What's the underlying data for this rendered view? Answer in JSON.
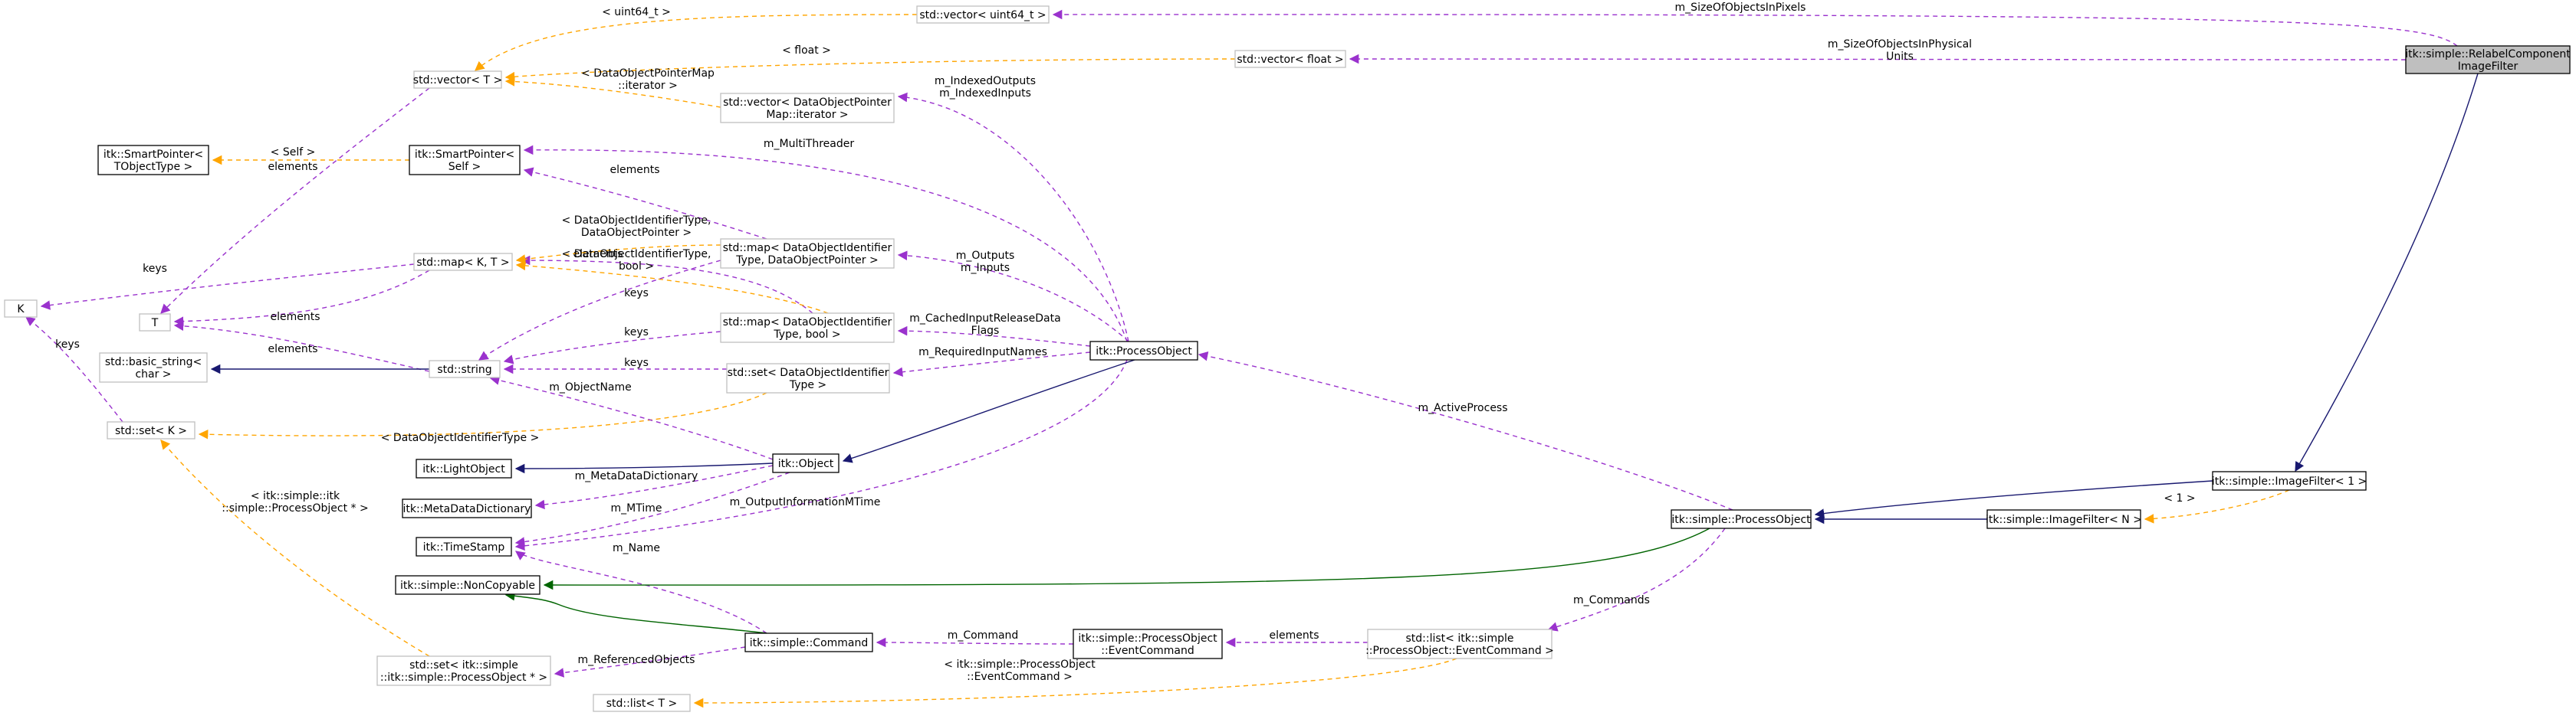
{
  "colors": {
    "usage": "#9a32cd",
    "template": "#ffa500",
    "inherit_public": "#191970",
    "inherit_private": "#006400",
    "gray_border": "#bfbfbf",
    "focus_fill": "#bfbfbf"
  },
  "nodes": {
    "relabel": [
      "itk::simple::RelabelComponent",
      "ImageFilter"
    ],
    "vec_uint64": [
      "std::vector< uint64_t >"
    ],
    "vec_float": [
      "std::vector< float >"
    ],
    "vec_T": [
      "std::vector< T >"
    ],
    "vec_dop_iter": [
      "std::vector< DataObjectPointer",
      "Map::iterator >"
    ],
    "sp_T": [
      "itk::SmartPointer<",
      "TObjectType >"
    ],
    "sp_self": [
      "itk::SmartPointer<",
      "Self >"
    ],
    "map_KT": [
      "std::map< K, T >"
    ],
    "map_doid_dop": [
      "std::map< DataObjectIdentifier",
      "Type, DataObjectPointer >"
    ],
    "map_doid_bool": [
      "std::map< DataObjectIdentifier",
      "Type, bool >"
    ],
    "set_doid": [
      "std::set< DataObjectIdentifier",
      "Type >"
    ],
    "K": [
      "K"
    ],
    "T": [
      "T"
    ],
    "basic_string": [
      "std::basic_string<",
      "char >"
    ],
    "string": [
      "std::string"
    ],
    "set_K": [
      "std::set< K >"
    ],
    "process_object": [
      "itk::ProcessObject"
    ],
    "light_object": [
      "itk::LightObject"
    ],
    "object": [
      "itk::Object"
    ],
    "meta_dict": [
      "itk::MetaDataDictionary"
    ],
    "timestamp": [
      "itk::TimeStamp"
    ],
    "noncopyable": [
      "itk::simple::NonCopyable"
    ],
    "command": [
      "itk::simple::Command"
    ],
    "set_po": [
      "std::set< itk::simple",
      "::itk::simple::ProcessObject * >"
    ],
    "list_T": [
      "std::list< T >"
    ],
    "po_eventcmd": [
      "itk::simple::ProcessObject",
      "::EventCommand"
    ],
    "list_eventcmd": [
      "std::list< itk::simple",
      "::ProcessObject::EventCommand >"
    ],
    "simple_po": [
      "itk::simple::ProcessObject"
    ],
    "imagefilter_1": [
      "itk::simple::ImageFilter< 1 >"
    ],
    "imagefilter_N": [
      "itk::simple::ImageFilter< N >"
    ]
  },
  "edges": {
    "size_pixels": [
      "m_SizeOfObjectsInPixels"
    ],
    "size_physical": [
      "m_SizeOfObjectsInPhysical",
      "Units"
    ],
    "uint64_tpl": [
      "< uint64_t >"
    ],
    "float_tpl": [
      "< float >"
    ],
    "iter_tpl": [
      "< DataObjectPointerMap",
      "::iterator >"
    ],
    "vec_elements": [
      "elements"
    ],
    "self_tpl": [
      "< Self >"
    ],
    "sp_elements": [
      "elements"
    ],
    "indexed": [
      "m_IndexedOutputs",
      "m_IndexedInputs"
    ],
    "multithreader": [
      "m_MultiThreader"
    ],
    "dop_elements": [
      "elements"
    ],
    "map_dop_tpl": [
      "< DataObjectIdentifierType,",
      "DataObjectPointer >"
    ],
    "map_bool_tpl": [
      "< DataObjectIdentifierType,",
      "bool >"
    ],
    "map_keys": [
      "keys"
    ],
    "map_T_elements": [
      "elements"
    ],
    "outputs_inputs": [
      "m_Outputs",
      "m_Inputs"
    ],
    "dop_keys": [
      "keys"
    ],
    "cached": [
      "m_CachedInputReleaseData",
      "Flags"
    ],
    "bool_keys": [
      "keys"
    ],
    "required": [
      "m_RequiredInputNames"
    ],
    "set_keys": [
      "keys"
    ],
    "set_tpl": [
      "< DataObjectIdentifierType >"
    ],
    "T_elements": [
      "elements"
    ],
    "setK_keys": [
      "keys"
    ],
    "object_name": [
      "m_ObjectName"
    ],
    "meta_dict_edge": [
      "m_MetaDataDictionary"
    ],
    "mtime": [
      "m_MTime"
    ],
    "output_mtime": [
      "m_OutputInformationMTime"
    ],
    "name": [
      "m_Name"
    ],
    "active_process": [
      "m_ActiveProcess"
    ],
    "po_set_tpl": [
      "< itk::simple::itk",
      "::simple::ProcessObject * >"
    ],
    "commands": [
      "m_Commands"
    ],
    "command_edge": [
      "m_Command"
    ],
    "list_elements": [
      "elements"
    ],
    "referenced": [
      "m_ReferencedObjects"
    ],
    "list_tpl": [
      "< itk::simple::ProcessObject",
      "::EventCommand >"
    ],
    "one_tpl": [
      "< 1 >"
    ]
  }
}
